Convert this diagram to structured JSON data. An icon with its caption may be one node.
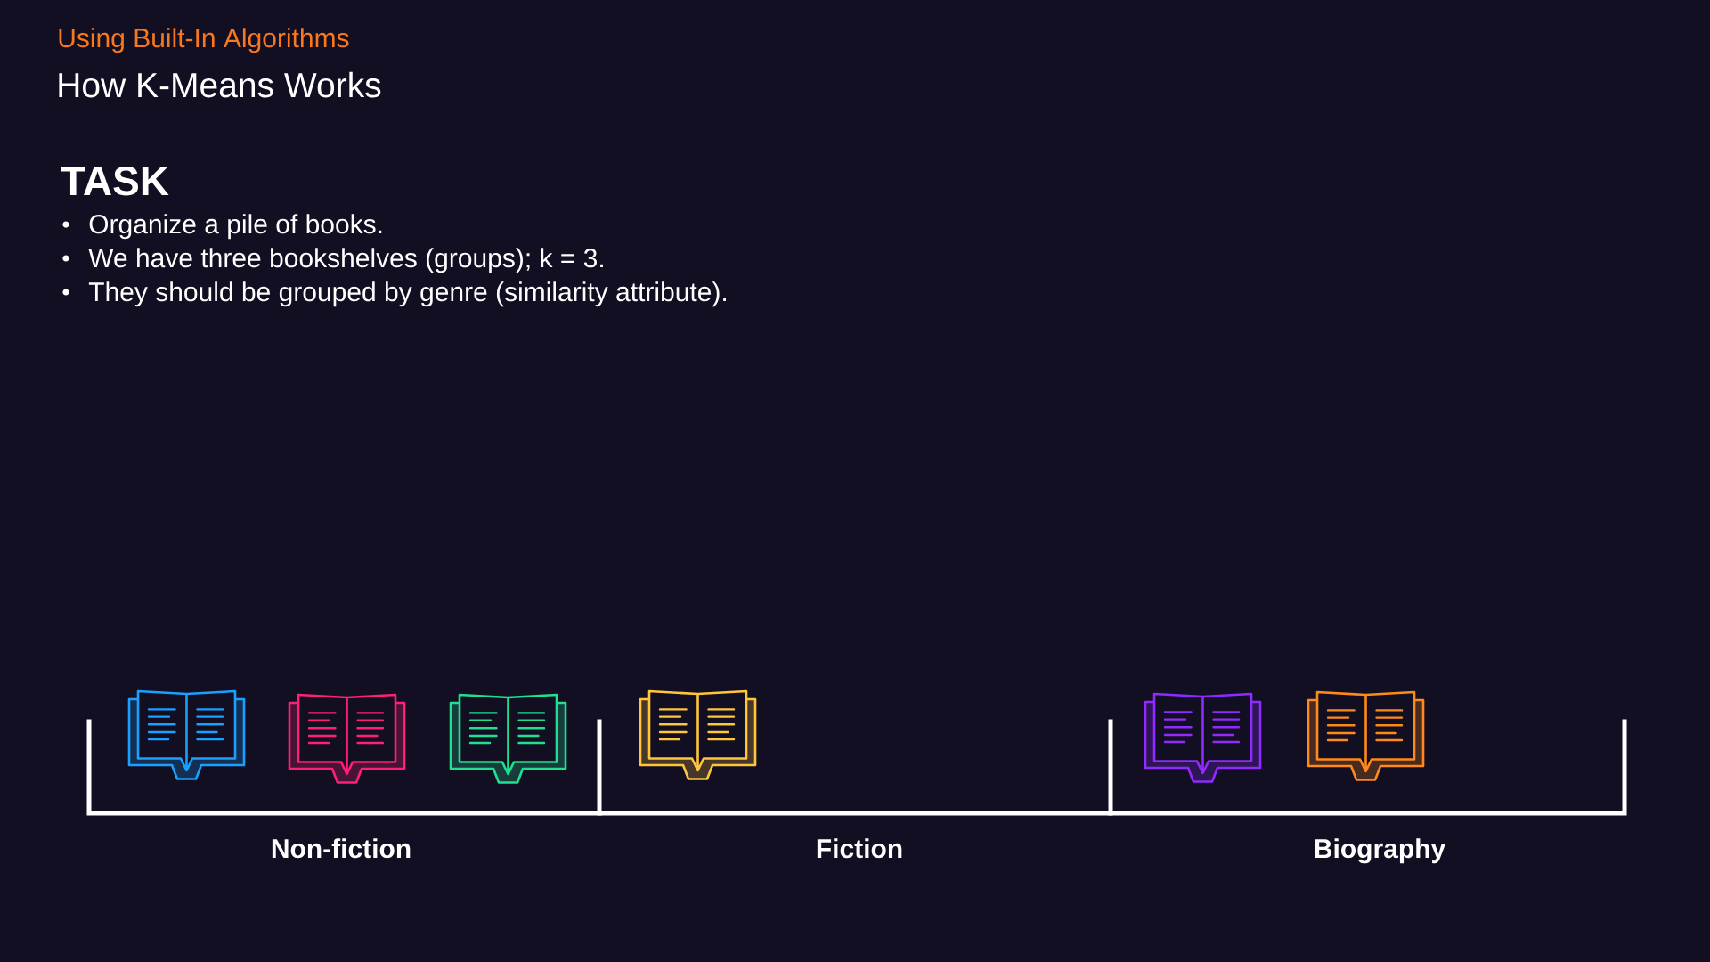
{
  "diagram": {
    "title": "How K-Means Works",
    "nodes": [
      {
        "text": [
          "Non-fiction"
        ]
      },
      {
        "text": [
          "Fiction"
        ]
      },
      {
        "text": [
          "Biography"
        ]
      }
    ],
    "labels": [
      "Using Built-In Algorithms",
      "TASK",
      "Organize a pile of books.",
      "We have three bookshelves (groups); k = 3.",
      "They should be grouped by genre (similarity attribute)."
    ]
  }
}
